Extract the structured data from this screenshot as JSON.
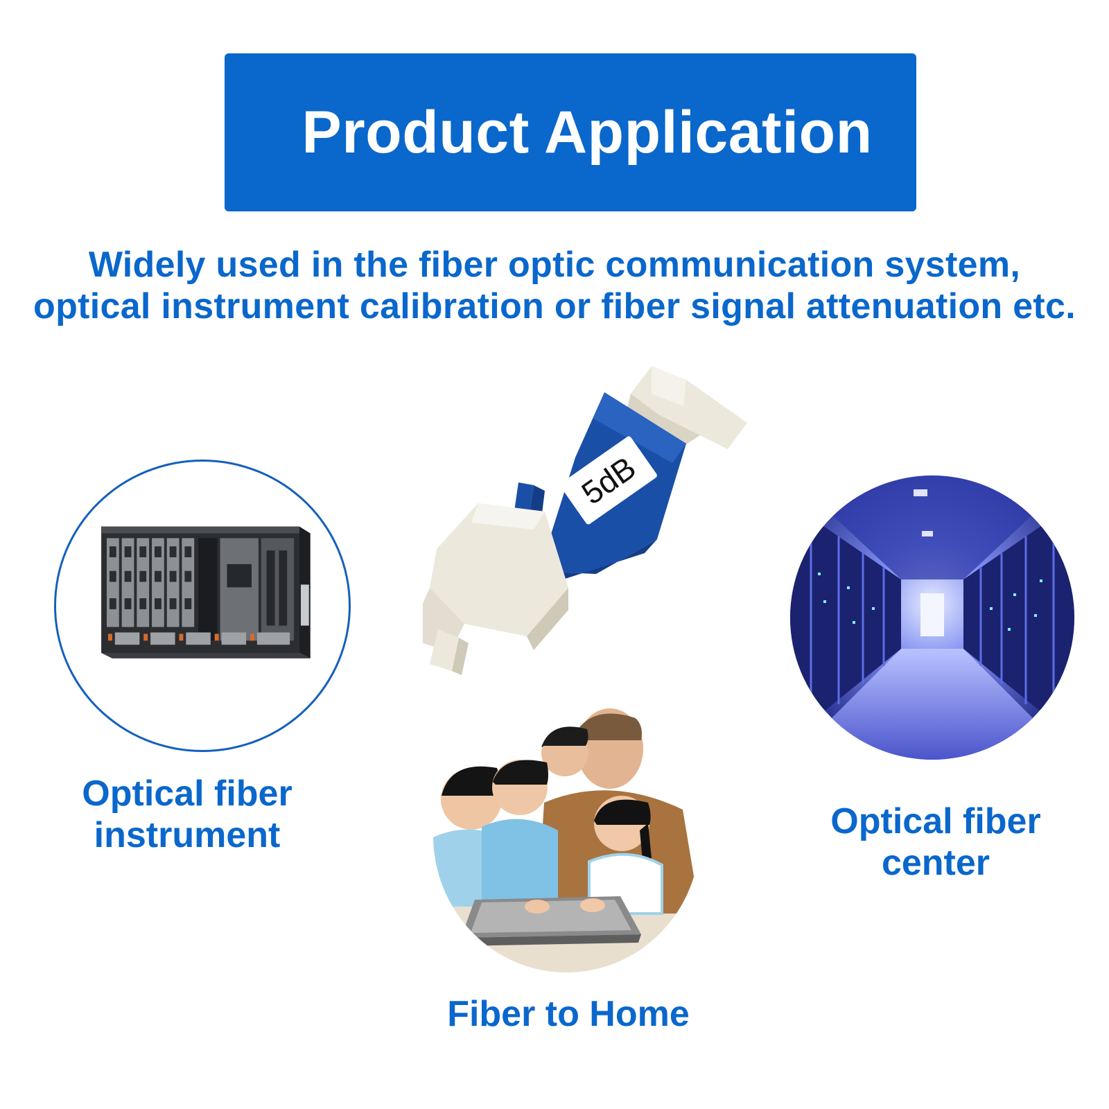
{
  "banner": {
    "title": "Product Application",
    "color": "#0a67cc"
  },
  "intro": {
    "line1": "Widely used in the fiber optic communication system,",
    "line2": "optical instrument calibration or fiber signal attenuation etc."
  },
  "product": {
    "label": "5dB",
    "body_color": "#1a4fa8",
    "housing_color": "#ece8dc"
  },
  "applications": [
    {
      "line1": "Optical fiber",
      "line2": "instrument",
      "image": "server-chassis"
    },
    {
      "line1": "Fiber to Home",
      "image": "family-with-laptop"
    },
    {
      "line1": "Optical fiber",
      "line2": "center",
      "image": "data-center-corridor"
    }
  ]
}
